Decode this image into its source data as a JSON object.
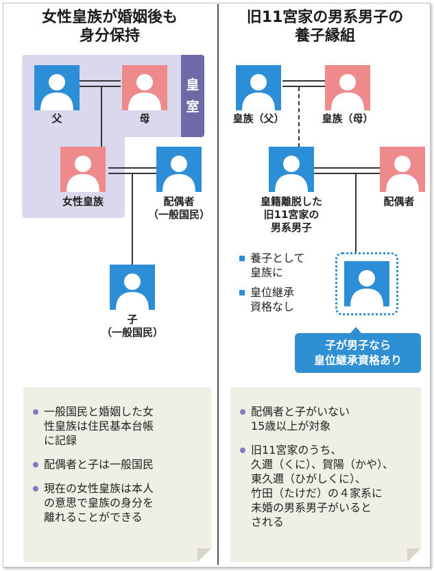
{
  "left": {
    "title_line1": "女性皇族が婚姻後も",
    "title_line2": "身分保持",
    "imperial_family_tab": "皇室",
    "father_label": "父",
    "mother_label": "母",
    "princess_label": "女性皇族",
    "spouse_label_line1": "配偶者",
    "spouse_label_line2": "（一般国民）",
    "child_label_line1": "子",
    "child_label_line2": "（一般国民）",
    "notes": [
      {
        "line1": "一般国民と婚姻した女",
        "line2": "性皇族は住民基本台帳",
        "line3": "に記録"
      },
      {
        "line1": "配偶者と子は一般国民"
      },
      {
        "line1": "現在の女性皇族は本人",
        "line2": "の意思で皇族の身分を",
        "line3": "離れることができる"
      }
    ]
  },
  "right": {
    "title_line1": "旧11宮家の男系男子の",
    "title_line2": "養子縁組",
    "royal_father_label": "皇族（父）",
    "royal_mother_label": "皇族（母）",
    "adoptee_label_line1": "皇籍離脱した",
    "adoptee_label_line2": "旧11宮家の",
    "adoptee_label_line3": "男系男子",
    "spouse_label": "配偶者",
    "adoptee_points": [
      {
        "line1": "養子として",
        "line2": "皇族に"
      },
      {
        "line1": "皇位継承",
        "line2": "資格なし"
      }
    ],
    "callout_line1": "子が男子なら",
    "callout_line2": "皇位継承資格あり",
    "notes": [
      {
        "line1": "配偶者と子がいない",
        "line2": "15歳以上が対象"
      },
      {
        "line1": "旧11宮家のうち、",
        "line2": "久邇（くに）、賀陽（かや）、",
        "line3": "東久邇（ひがしくに）、",
        "line4": "竹田（たけだ）の４家系に",
        "line5": "未婚の男系男子がいると",
        "line6": "される"
      }
    ]
  },
  "colors": {
    "male": "#2c8ed6",
    "female": "#ef8a8c",
    "imperial_bg": "#d9d8ec",
    "imperial_tab": "#6e6aa8",
    "note_bg": "#f0efe6"
  }
}
